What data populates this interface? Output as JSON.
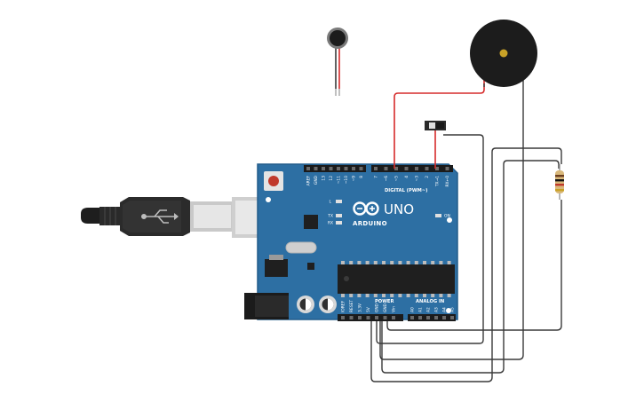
{
  "board": {
    "brand": "ARDUINO",
    "model": "UNO",
    "digital_label": "DIGITAL (PWM~)",
    "power_label": "POWER",
    "analog_label": "ANALOG IN",
    "on_label": "ON",
    "led_l": "L",
    "led_tx": "TX",
    "led_rx": "RX",
    "digital_pins": [
      "AREF",
      "GND",
      "13",
      "12",
      "~11",
      "~10",
      "~9",
      "8",
      "7",
      "~6",
      "~5",
      "4",
      "~3",
      "2",
      "TX→1",
      "RX←0"
    ],
    "power_pins": [
      "IOREF",
      "RESET",
      "3.3V",
      "5V",
      "GND",
      "GND",
      "Vin"
    ],
    "analog_pins": [
      "A0",
      "A1",
      "A2",
      "A3",
      "A4",
      "A5"
    ]
  },
  "components": {
    "motor": "vibration-motor",
    "buzzer": "piezo-buzzer",
    "switch": "slide-switch",
    "resistor": "resistor",
    "cable": "usb-cable"
  },
  "colors": {
    "board": "#2d6fa3",
    "board_edge": "#235d8b",
    "wire_red": "#d62b2b",
    "wire_dark": "#3a3a3a",
    "header": "#1b1b1b",
    "buzzer": "#1c1c1c",
    "buzzer_center": "#c9a227"
  }
}
